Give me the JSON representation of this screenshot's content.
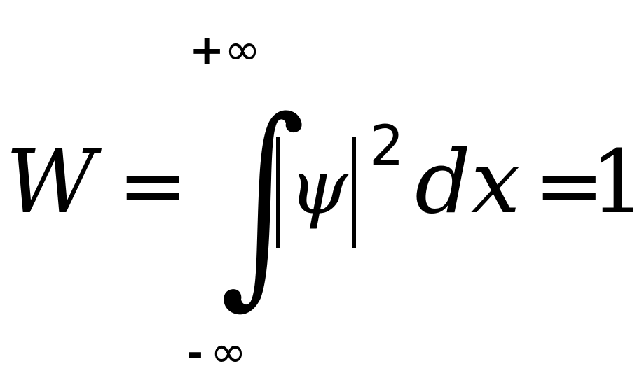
{
  "equation": {
    "lhs": "W",
    "equals_1": "=",
    "integral_upper_sign": "+",
    "integral_upper_symbol": "∞",
    "integral_lower_sign": "-",
    "integral_lower_symbol": "∞",
    "integrand": "ψ",
    "exponent": "2",
    "differential": "dx",
    "equals_2": "=",
    "rhs": "1"
  }
}
